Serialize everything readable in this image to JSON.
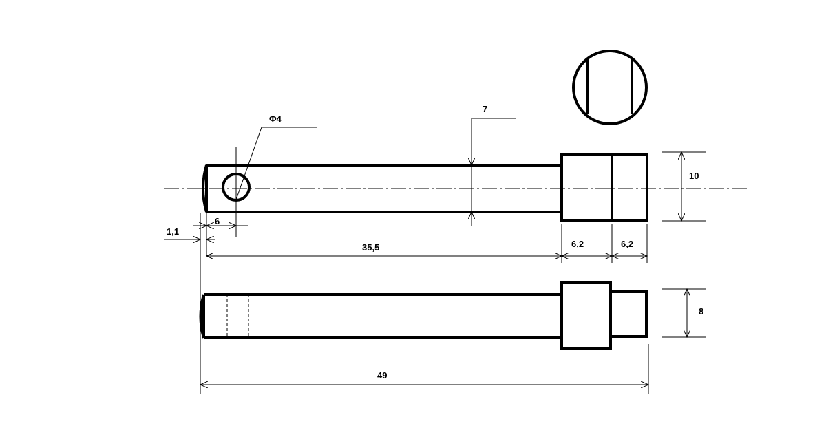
{
  "dimensions": {
    "hole_diameter": "Φ4",
    "depth": "7",
    "head_height_top": "10",
    "chamfer": "1,1",
    "hole_offset": "6",
    "shaft_length": "35,5",
    "collar_length": "6,2",
    "end_length": "6,2",
    "head_height_bottom": "8",
    "total_length": "49"
  }
}
